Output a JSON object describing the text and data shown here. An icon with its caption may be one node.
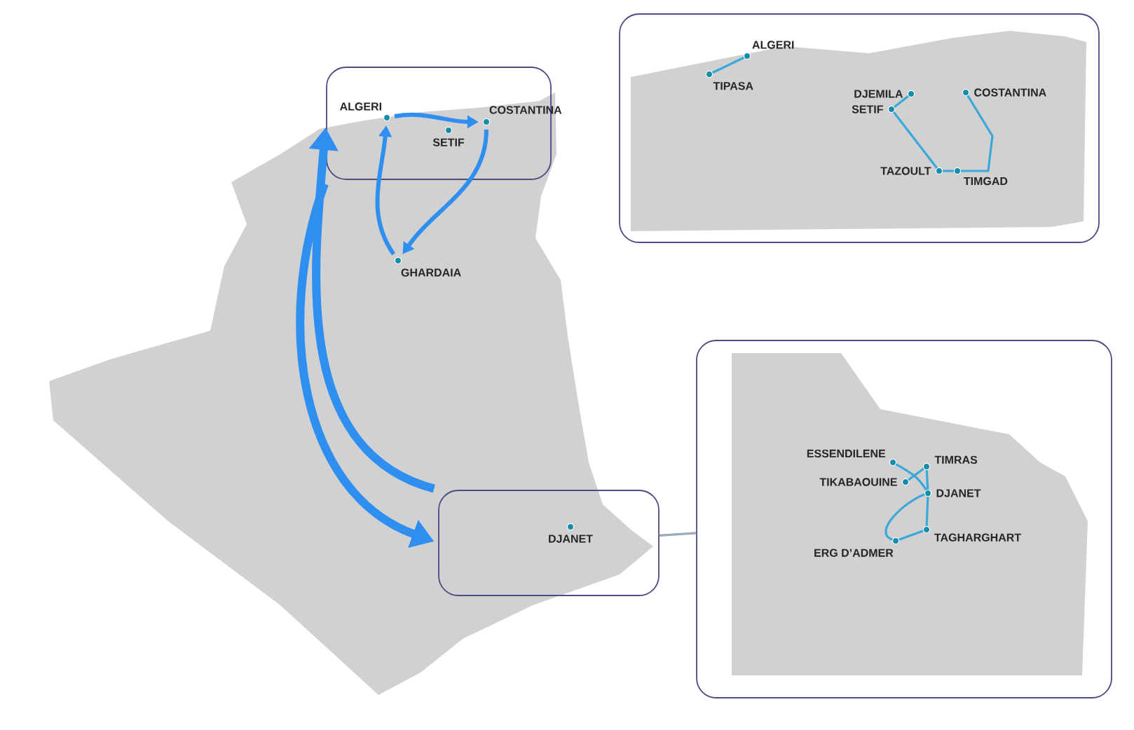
{
  "diagram": {
    "nodes": [
      {
        "text": [],
        "shape": "box"
      },
      {
        "text": [
          "ALGERI"
        ],
        "in": 0
      },
      {
        "text": [
          "COSTANTINA"
        ],
        "in": 0
      },
      {
        "text": [
          "SETIF"
        ],
        "in": 0
      },
      {
        "text": [
          "GHARDAIA"
        ]
      },
      {
        "text": [],
        "shape": "box"
      },
      {
        "text": [
          "DJANET"
        ],
        "in": 5
      },
      {
        "text": [],
        "shape": "box"
      },
      {
        "text": [
          "ALGERI"
        ],
        "in": 7
      },
      {
        "text": [
          "TIPASA"
        ],
        "in": 7
      },
      {
        "text": [
          "DJEMILA"
        ],
        "in": 7
      },
      {
        "text": [
          "COSTANTINA"
        ],
        "in": 7
      },
      {
        "text": [
          "SETIF"
        ],
        "in": 7
      },
      {
        "text": [
          "TAZOULT"
        ],
        "in": 7
      },
      {
        "text": [
          "TIMGAD"
        ],
        "in": 7
      },
      {
        "text": [],
        "shape": "box"
      },
      {
        "text": [
          "ESSENDILENE"
        ],
        "in": 15
      },
      {
        "text": [
          "TIMRAS"
        ],
        "in": 15
      },
      {
        "text": [
          "TIKABAOUINE"
        ],
        "in": 15
      },
      {
        "text": [
          "DJANET"
        ],
        "in": 15
      },
      {
        "text": [
          "TAGHARGHART"
        ],
        "in": 15
      },
      {
        "text": [
          "ERG D’ADMER"
        ],
        "in": 15
      }
    ],
    "edges": [
      {
        "from": 1,
        "to": 2,
        "arrow": "to",
        "color": "#2e8ff0"
      },
      {
        "from": 2,
        "to": 4,
        "arrow": "to",
        "color": "#2e8ff0"
      },
      {
        "from": 4,
        "to": 1,
        "arrow": "to",
        "color": "#2e8ff0"
      },
      {
        "from": 5,
        "to": 0,
        "arrow": "to",
        "style": "thick",
        "color": "#2e8ff0"
      },
      {
        "from": 0,
        "to": 5,
        "arrow": "to",
        "style": "thick",
        "color": "#2e8ff0"
      },
      {
        "from": 5,
        "to": 15,
        "arrow": "none",
        "color": "#9aa8c0"
      },
      {
        "from": 8,
        "to": 9,
        "arrow": "none"
      },
      {
        "from": 10,
        "to": 12,
        "arrow": "none"
      },
      {
        "from": 12,
        "to": 13,
        "arrow": "none"
      },
      {
        "from": 13,
        "to": 14,
        "arrow": "none"
      },
      {
        "from": 14,
        "to": 11,
        "arrow": "none"
      },
      {
        "from": 16,
        "to": 19,
        "arrow": "none"
      },
      {
        "from": 17,
        "to": 18,
        "arrow": "none"
      },
      {
        "from": 17,
        "to": 19,
        "arrow": "none"
      },
      {
        "from": 19,
        "to": 20,
        "arrow": "none"
      },
      {
        "from": 20,
        "to": 21,
        "arrow": "none"
      },
      {
        "from": 21,
        "to": 19,
        "arrow": "none"
      }
    ]
  }
}
